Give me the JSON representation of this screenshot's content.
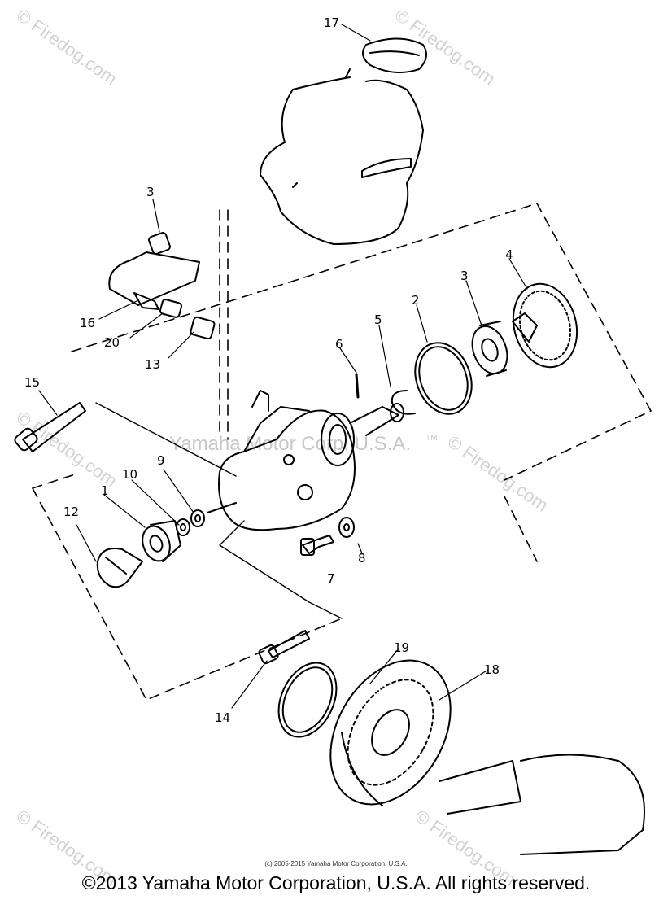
{
  "callouts": {
    "c1": "1",
    "c2": "2",
    "c3a": "3",
    "c3b": "3",
    "c4": "4",
    "c5": "5",
    "c6": "6",
    "c7": "7",
    "c8": "8",
    "c9": "9",
    "c10": "10",
    "c12": "12",
    "c13": "13",
    "c14": "14",
    "c15": "15",
    "c16": "16",
    "c17": "17",
    "c18": "18",
    "c19": "19",
    "c20": "20"
  },
  "watermark": {
    "brand": "© Firedog.com",
    "center": "Yamaha Motor Corp, U.S.A.",
    "tm": "TM"
  },
  "small_copyright": "(c) 2005-2015 Yamaha Motor Corporation, U.S.A.",
  "footer": "©2013 Yamaha Motor Corporation, U.S.A. All rights reserved."
}
